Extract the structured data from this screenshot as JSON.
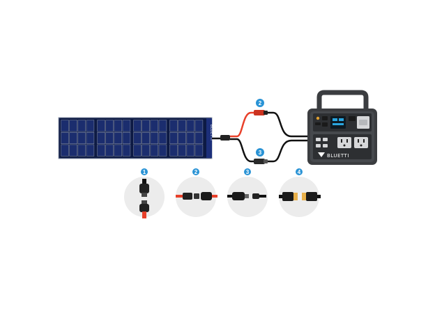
{
  "diagram": {
    "colors": {
      "callout_blue": "#2a93d5",
      "cable_red": "#e8402a",
      "cable_black": "#111111",
      "panel_cell": "#1b2d6e",
      "circle_bg": "#ececec",
      "station_body": "#3b3d40"
    },
    "solar_panel": {
      "label": "BLUETTI",
      "modules": 4
    },
    "power_station": {
      "brand": "BLUETTI"
    },
    "callouts": [
      {
        "number": "2"
      },
      {
        "number": "3"
      }
    ],
    "connectors": [
      {
        "number": "1",
        "icon": "mc4-connector-pair-icon"
      },
      {
        "number": "2",
        "icon": "y-branch-red-connector-icon"
      },
      {
        "number": "3",
        "icon": "y-branch-black-connector-icon"
      },
      {
        "number": "4",
        "icon": "anderson-adapter-icon"
      }
    ]
  }
}
